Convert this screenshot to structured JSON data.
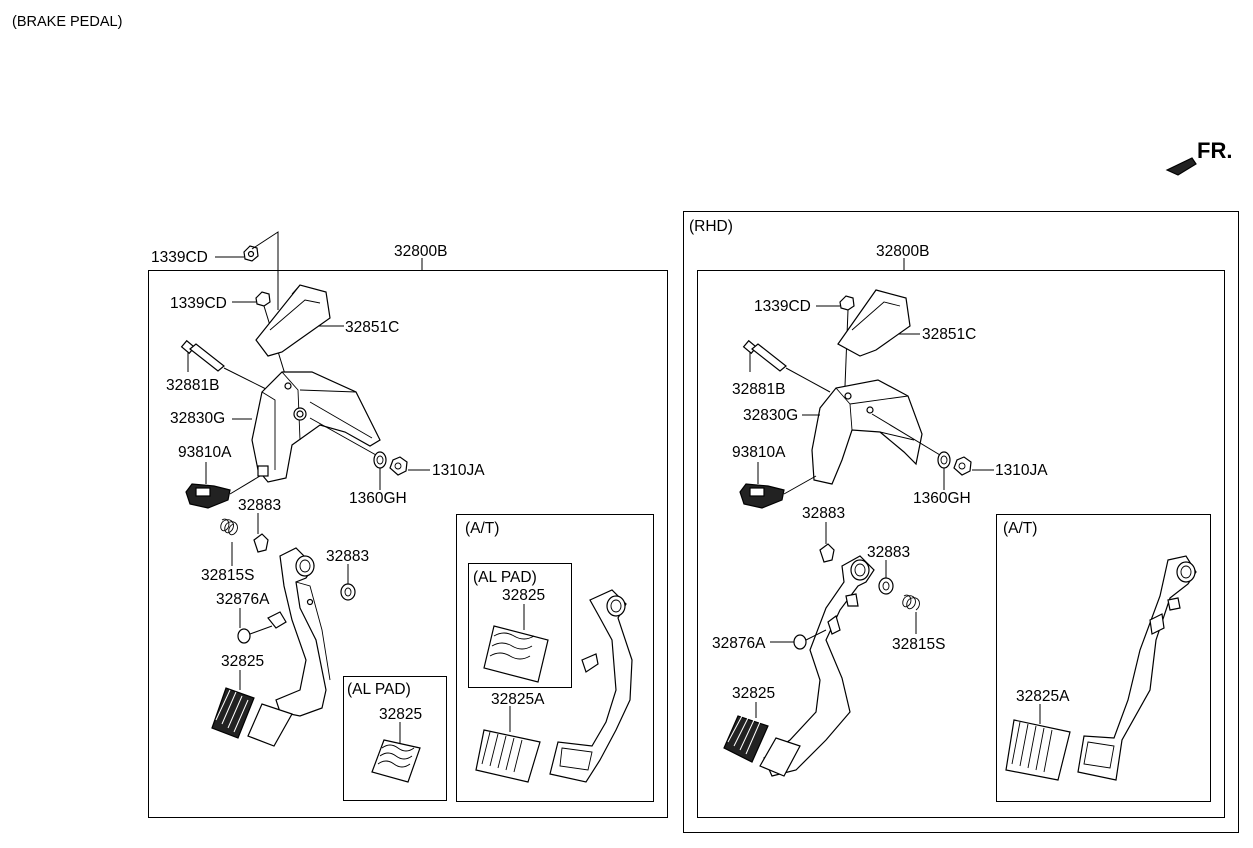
{
  "title": "(BRAKE PEDAL)",
  "front_marker": "FR.",
  "lhd": {
    "assembly": "32800B",
    "labels": {
      "nut_top": "1339CD",
      "nut_bracket": "1339CD",
      "bracket": "32851C",
      "bolt": "32881B",
      "member": "32830G",
      "switch": "93810A",
      "bushing_a": "32883",
      "spring": "32815S",
      "bushing_b": "32883",
      "stopper": "32876A",
      "pad": "32825",
      "washer": "1360GH",
      "nut": "1310JA"
    },
    "al_pad": {
      "title": "(AL PAD)",
      "part": "32825"
    },
    "at": {
      "title": "(A/T)",
      "al_pad": {
        "title": "(AL PAD)",
        "part": "32825"
      },
      "pad": "32825A"
    }
  },
  "rhd": {
    "title": "(RHD)",
    "assembly": "32800B",
    "labels": {
      "nut_bracket": "1339CD",
      "bracket": "32851C",
      "bolt": "32881B",
      "member": "32830G",
      "switch": "93810A",
      "bushing_a": "32883",
      "bushing_b": "32883",
      "stopper": "32876A",
      "spring": "32815S",
      "pad": "32825",
      "washer": "1360GH",
      "nut": "1310JA"
    },
    "at": {
      "title": "(A/T)",
      "pad": "32825A"
    }
  }
}
